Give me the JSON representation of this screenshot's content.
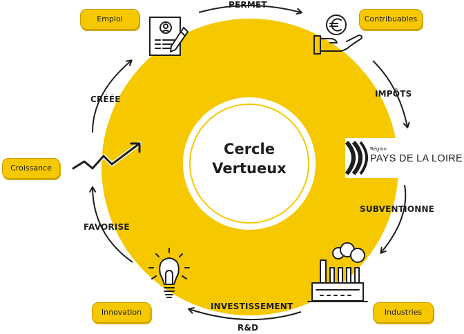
{
  "diagram": {
    "center_title_line1": "Cercle",
    "center_title_line2": "Vertueux",
    "nodes": {
      "emploi": "Emploi",
      "contribuables": "Contribuables",
      "croissance": "Croissance",
      "innovation": "Innovation",
      "industries": "Industries"
    },
    "edges": {
      "permet": "PERMET",
      "impots": "IMPÔTS",
      "subventionne": "SUBVENTIONNE",
      "investissement_line1": "INVESTISSEMENT",
      "investissement_line2": "R&D",
      "favorise": "FAVORISE",
      "creee": "CRÉÉE"
    },
    "region_logo": {
      "small": "Région",
      "big": "PAYS DE LA LOIRE"
    },
    "colors": {
      "yellow": "#f5c800",
      "ink": "#1d1d1d",
      "white": "#ffffff"
    },
    "icons": [
      "contract-icon",
      "euro-hand-icon",
      "region-logo",
      "factory-icon",
      "lightbulb-icon",
      "growth-chart-icon"
    ]
  }
}
